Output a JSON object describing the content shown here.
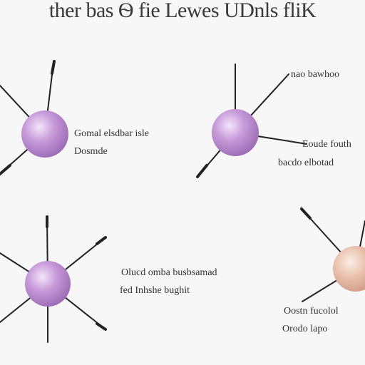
{
  "title": "ther bas Ѳ fie Lewes UDnls fliK",
  "labels": {
    "top_left_1": "Gomal elsdbar isle",
    "top_left_2": "Dosmde",
    "top_right_1": "nao bawhoo",
    "top_right_2": "Eoude fouth",
    "top_right_3": "bacdo elbotad",
    "bottom_left_1": "Olucd omba busbsamad",
    "bottom_left_2": "fed Inhshe bughit",
    "bottom_right_1": "Oostn fucolol",
    "bottom_right_2": "Orodo lapo"
  },
  "colors": {
    "purple_sphere": "#b07fc6",
    "peach_sphere": "#e2b49e",
    "line": "#222222",
    "background": "#f7f7f7"
  }
}
